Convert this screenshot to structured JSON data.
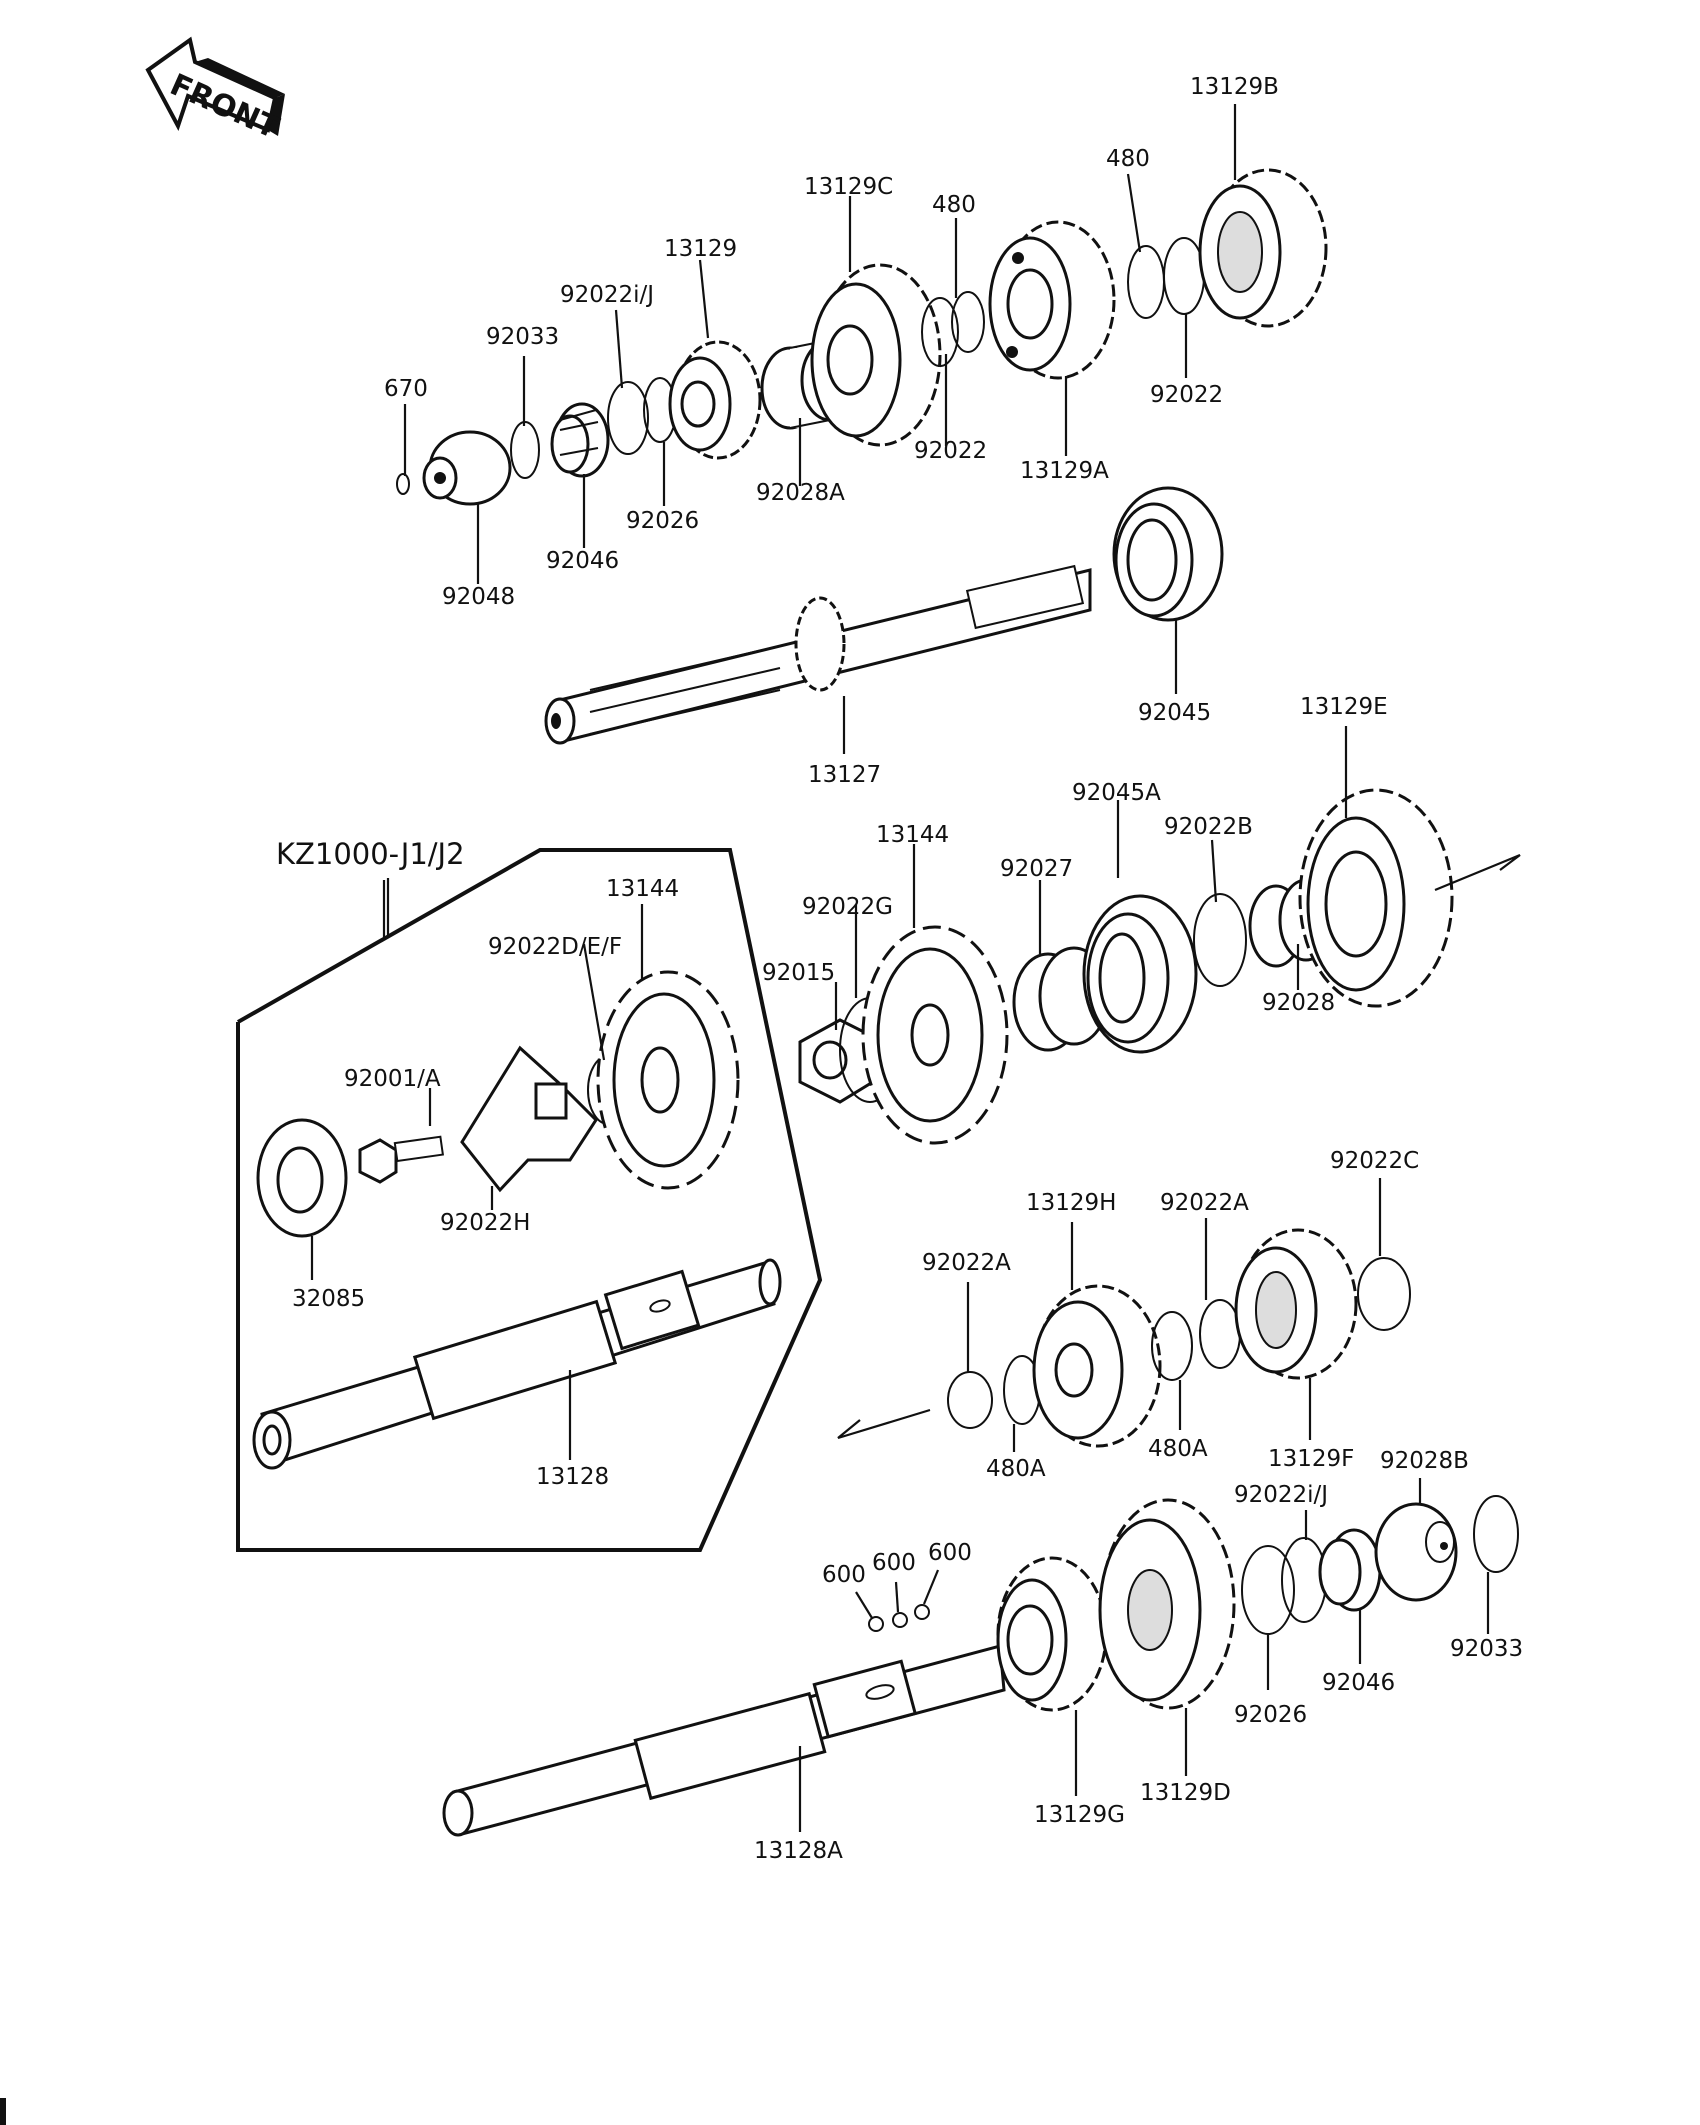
{
  "front_arrow_label": "FRONT",
  "inset_title": "KZ1000-J1/J2",
  "callouts": [
    "13129B",
    "480",
    "13129C",
    "480",
    "13129",
    "92022i/J",
    "92033",
    "670",
    "92022",
    "92022",
    "13129A",
    "92028A",
    "92026",
    "92046",
    "92048",
    "92045",
    "13127",
    "13129E",
    "92045A",
    "92022B",
    "13144",
    "92027",
    "92022G",
    "92015",
    "92028",
    "13144",
    "92022D/E/F",
    "92001/A",
    "92022H",
    "32085",
    "13128",
    "92022C",
    "13129H",
    "92022A",
    "92022A",
    "480A",
    "480A",
    "13129F",
    "92028B",
    "92022i/J",
    "600",
    "600",
    "600",
    "92026",
    "92046",
    "92033",
    "13129G",
    "13129D",
    "13128A"
  ]
}
